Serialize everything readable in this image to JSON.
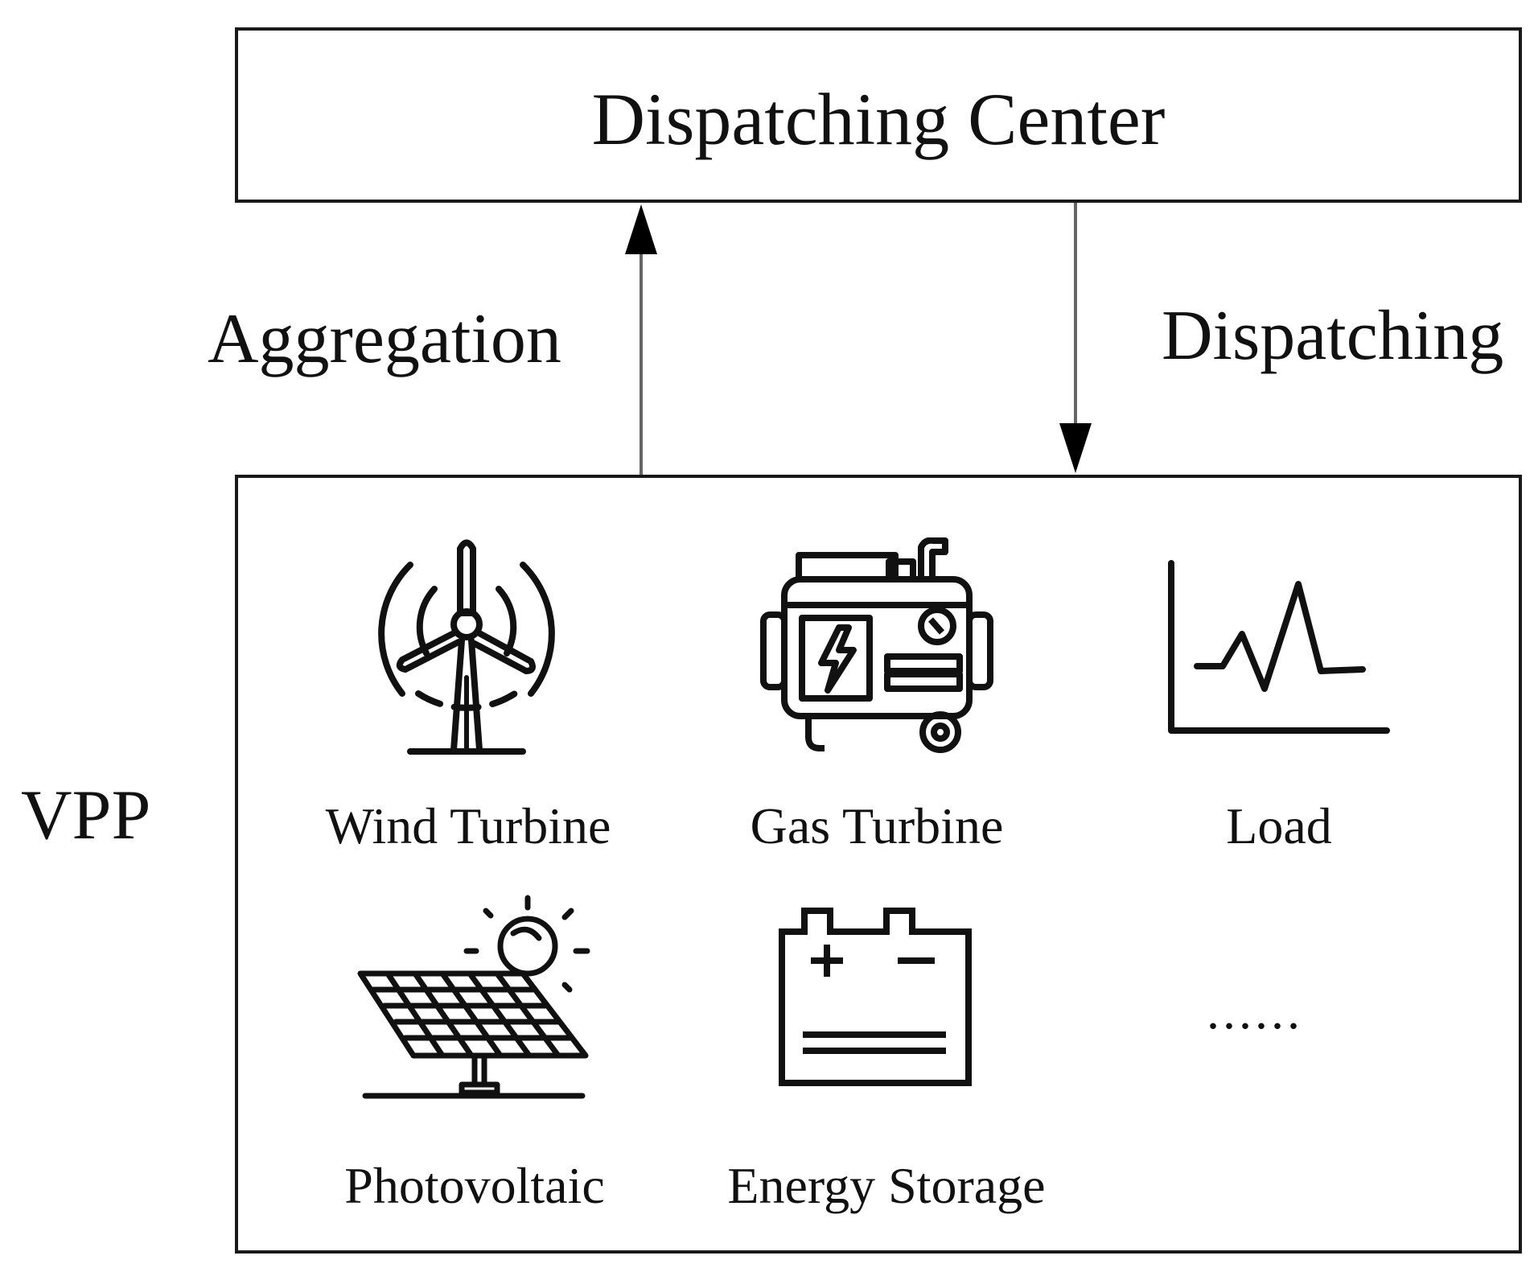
{
  "dispatching_center": {
    "title": "Dispatching Center"
  },
  "flows": {
    "aggregation_label": "Aggregation",
    "dispatching_label": "Dispatching"
  },
  "vpp": {
    "label": "VPP",
    "items": [
      {
        "label": "Wind Turbine",
        "icon": "wind-turbine-icon"
      },
      {
        "label": "Gas Turbine",
        "icon": "generator-icon"
      },
      {
        "label": "Load",
        "icon": "load-curve-icon"
      },
      {
        "label": "Photovoltaic",
        "icon": "solar-panel-icon"
      },
      {
        "label": "Energy Storage",
        "icon": "battery-icon"
      }
    ],
    "more": "......"
  },
  "colors": {
    "line": "#1a1a1a",
    "arrow_line": "#555555"
  }
}
